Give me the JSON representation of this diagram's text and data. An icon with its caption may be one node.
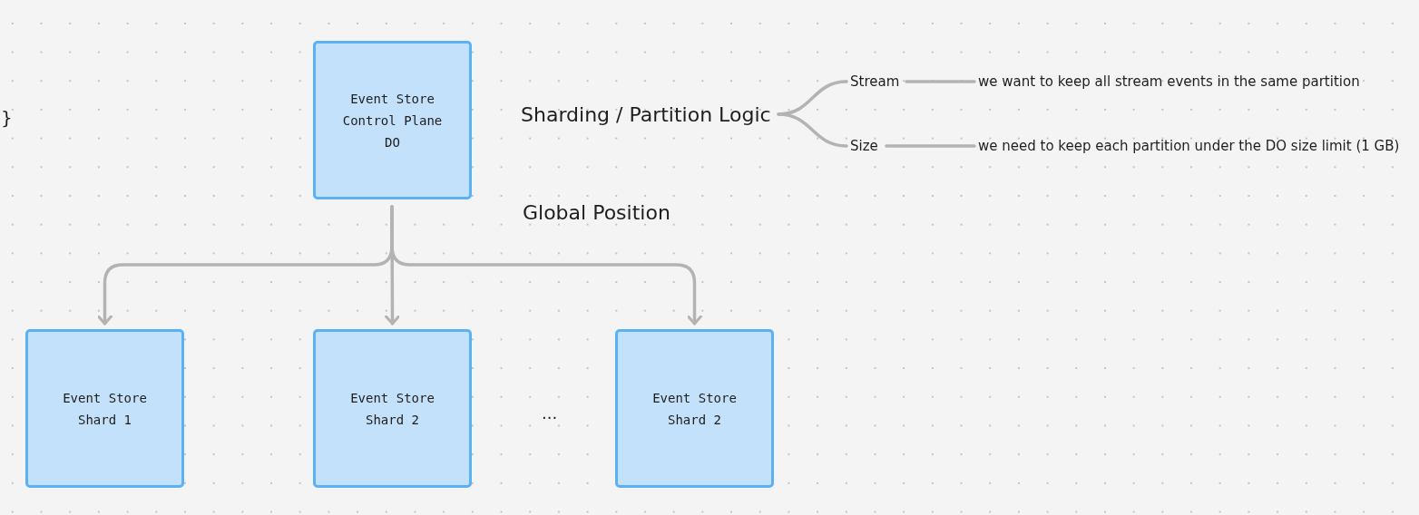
{
  "diagram": {
    "nodes": [
      {
        "text": [
          "Event Store Control Plane DO"
        ]
      },
      {
        "text": [
          "Event Store Shard 1"
        ]
      },
      {
        "text": [
          "Event Store Shard 2"
        ]
      },
      {
        "text": [
          "Event Store Shard 2"
        ]
      },
      {
        "text": [
          "Sharding / Partition Logic"
        ]
      },
      {
        "text": [
          "Stream"
        ]
      },
      {
        "text": [
          "Size"
        ]
      },
      {
        "text": [
          "we want to keep all stream events in the same partition"
        ]
      },
      {
        "text": [
          "we need to keep each partition under the DO size limit (1 GB)"
        ]
      }
    ],
    "edges": [
      {
        "from": 0,
        "to": 1,
        "arrow": "to"
      },
      {
        "from": 0,
        "to": 2,
        "arrow": "to"
      },
      {
        "from": 0,
        "to": 3,
        "arrow": "to"
      },
      {
        "from": 4,
        "to": 5,
        "arrow": "none"
      },
      {
        "from": 4,
        "to": 6,
        "arrow": "none"
      },
      {
        "from": 5,
        "to": 7,
        "arrow": "none"
      },
      {
        "from": 6,
        "to": 8,
        "arrow": "none"
      }
    ],
    "labels": [
      "}",
      "Global Position",
      "..."
    ]
  }
}
